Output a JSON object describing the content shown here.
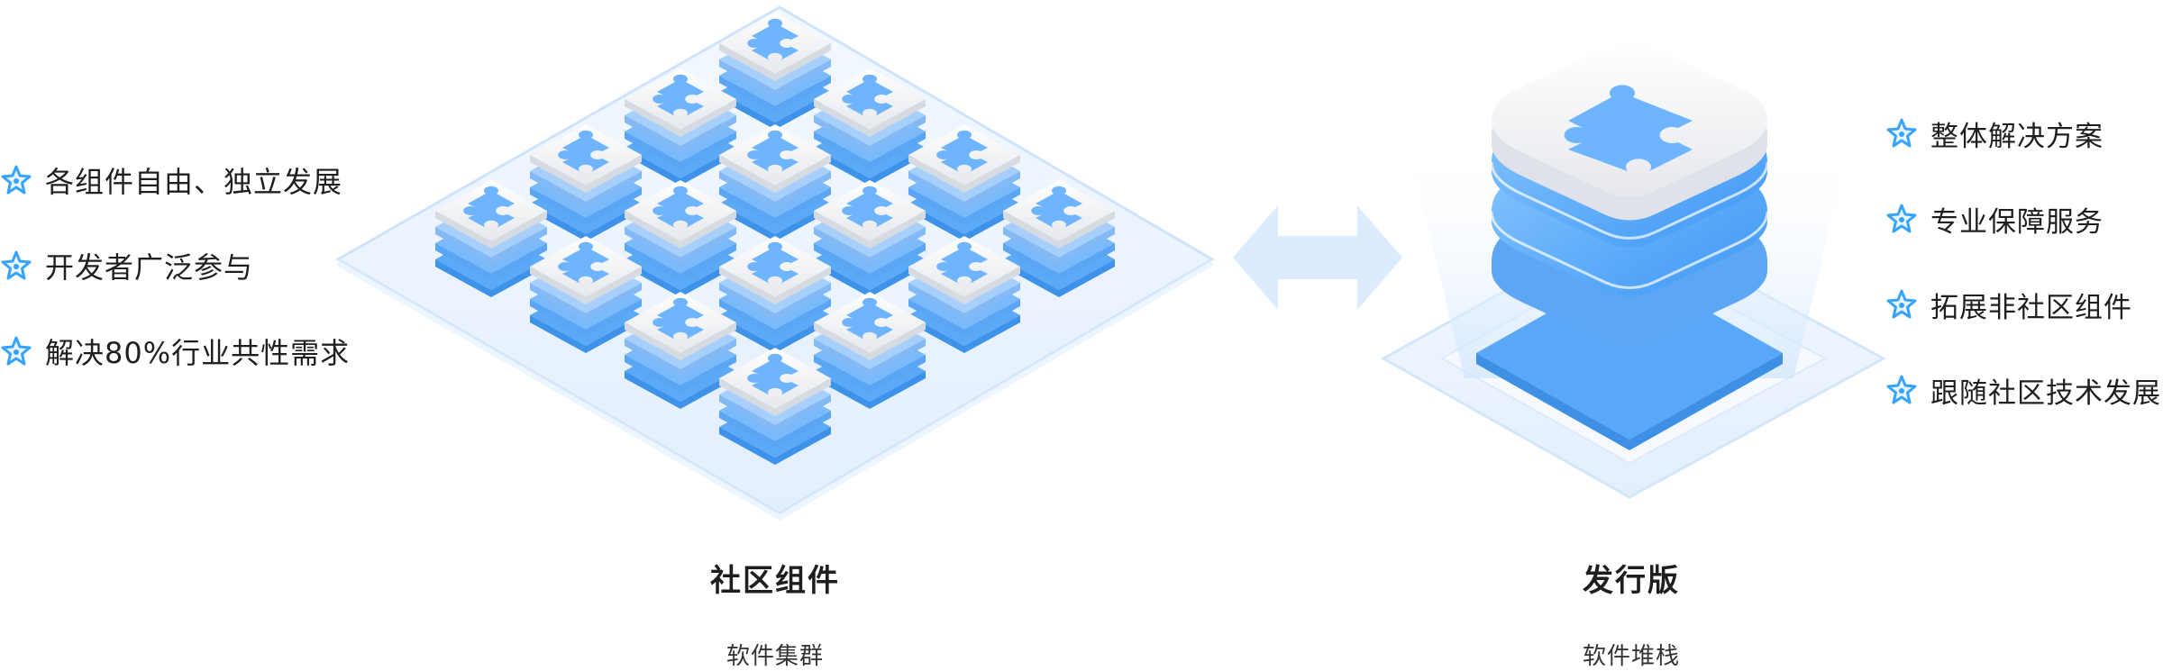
{
  "left_features": [
    "各组件自由、独立发展",
    "开发者广泛参与",
    "解决80%行业共性需求"
  ],
  "right_features": [
    "整体解决方案",
    "专业保障服务",
    "拓展非社区组件",
    "跟随社区技术发展"
  ],
  "left_caption": {
    "title": "社区组件",
    "subtitle": "软件集群"
  },
  "right_caption": {
    "title": "发行版",
    "subtitle": "软件堆栈"
  },
  "icons": {
    "bullet": "star-icon",
    "tile": "puzzle-piece-icon",
    "connector": "double-arrow-icon"
  },
  "colors": {
    "accent": "#4ea6ff",
    "tile_top": "#f4f5f7",
    "puzzle": "#6fb5ff",
    "platform": "#e9f3ff",
    "arrow": "#dcecff"
  }
}
